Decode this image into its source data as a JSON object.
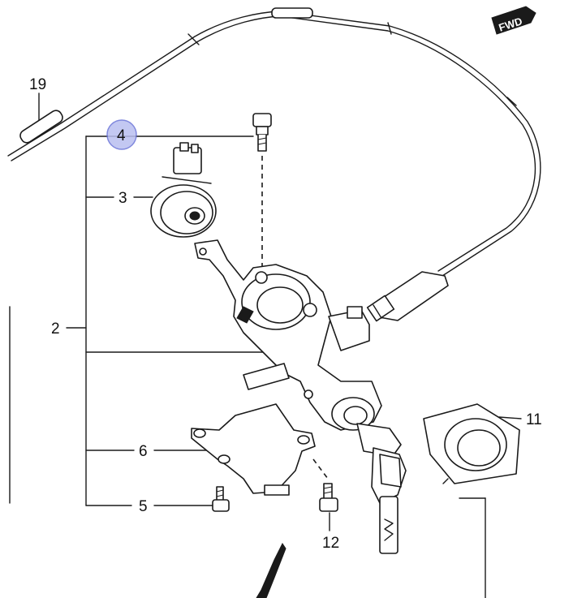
{
  "diagram": {
    "labels": {
      "l2": "2",
      "l3": "3",
      "l4": "4",
      "l5": "5",
      "l6": "6",
      "l11": "11",
      "l12": "12",
      "l19": "19"
    },
    "direction_badge": "FWD",
    "highlighted_callout": "4",
    "highlight_color": "#b9bff0"
  }
}
